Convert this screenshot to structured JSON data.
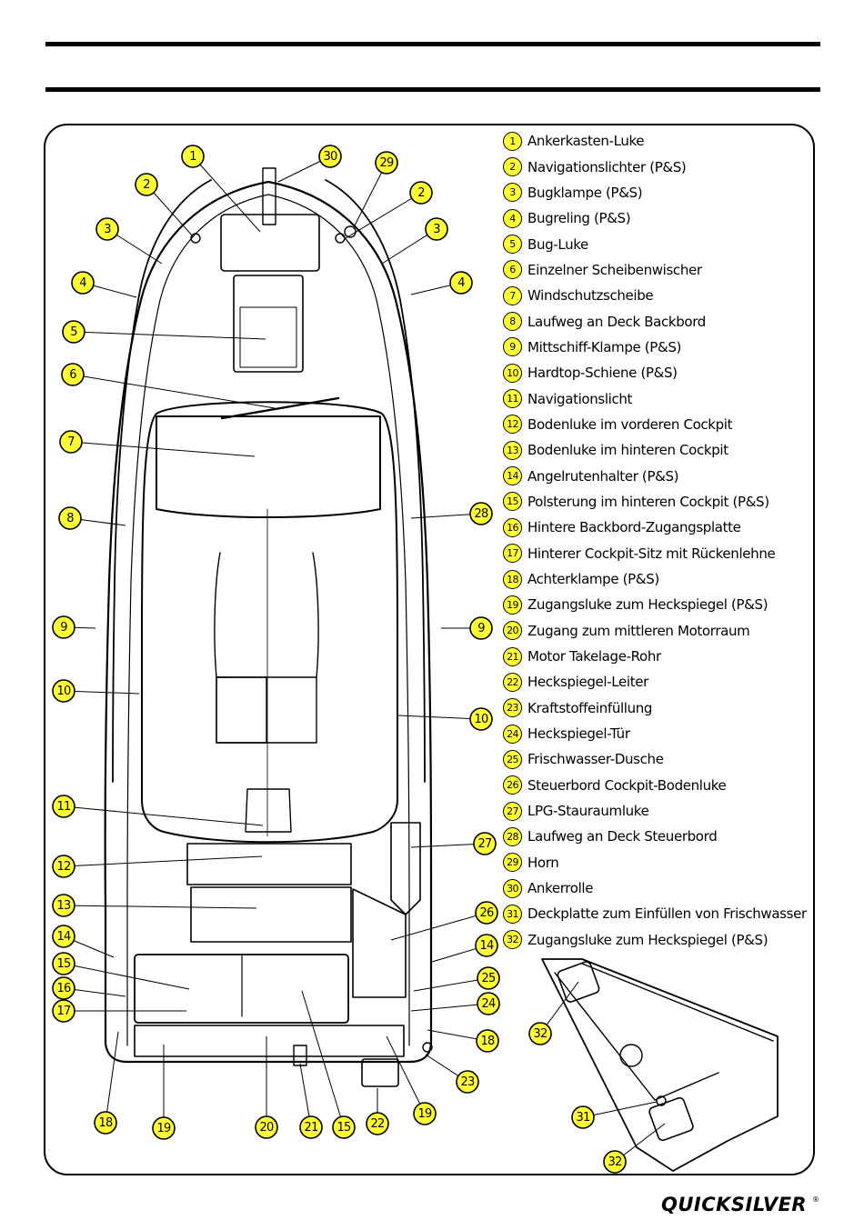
{
  "legend": [
    {
      "num": "1",
      "label": "Ankerkasten-Luke"
    },
    {
      "num": "2",
      "label": "Navigationslichter (P&S)"
    },
    {
      "num": "3",
      "label": "Bugklampe (P&S)"
    },
    {
      "num": "4",
      "label": "Bugreling (P&S)"
    },
    {
      "num": "5",
      "label": "Bug-Luke"
    },
    {
      "num": "6",
      "label": "Einzelner Scheibenwischer"
    },
    {
      "num": "7",
      "label": "Windschutzscheibe"
    },
    {
      "num": "8",
      "label": "Laufweg an Deck Backbord"
    },
    {
      "num": "9",
      "label": "Mittschiff-Klampe (P&S)"
    },
    {
      "num": "10",
      "label": "Hardtop-Schiene (P&S)"
    },
    {
      "num": "11",
      "label": "Navigationslicht"
    },
    {
      "num": "12",
      "label": "Bodenluke im vorderen Cockpit"
    },
    {
      "num": "13",
      "label": "Bodenluke im hinteren Cockpit"
    },
    {
      "num": "14",
      "label": "Angelrutenhalter (P&S)"
    },
    {
      "num": "15",
      "label": "Polsterung im hinteren Cockpit (P&S)"
    },
    {
      "num": "16",
      "label": "Hintere Backbord-Zugangsplatte"
    },
    {
      "num": "17",
      "label": "Hinterer Cockpit-Sitz mit Rückenlehne"
    },
    {
      "num": "18",
      "label": "Achterklampe (P&S)"
    },
    {
      "num": "19",
      "label": "Zugangsluke zum Heckspiegel (P&S)"
    },
    {
      "num": "20",
      "label": "Zugang zum mittleren Motorraum"
    },
    {
      "num": "21",
      "label": "Motor Takelage-Rohr"
    },
    {
      "num": "22",
      "label": "Heckspiegel-Leiter"
    },
    {
      "num": "23",
      "label": "Kraftstoffeinfüllung"
    },
    {
      "num": "24",
      "label": "Heckspiegel-Tür"
    },
    {
      "num": "25",
      "label": "Frischwasser-Dusche"
    },
    {
      "num": "26",
      "label": "Steuerbord Cockpit-Bodenluke"
    },
    {
      "num": "27",
      "label": "LPG-Stauraumluke"
    },
    {
      "num": "28",
      "label": "Laufweg an Deck Steuerbord"
    },
    {
      "num": "29",
      "label": "Horn"
    },
    {
      "num": "30",
      "label": "Ankerrolle"
    },
    {
      "num": "31",
      "label": "Deckplatte zum Einfüllen von Frischwasser"
    },
    {
      "num": "32",
      "label": "Zugangsluke zum Heckspiegel (P&S)"
    }
  ],
  "callouts": [
    {
      "num": "1"
    },
    {
      "num": "30"
    },
    {
      "num": "29"
    },
    {
      "num": "2"
    },
    {
      "num": "2"
    },
    {
      "num": "3"
    },
    {
      "num": "3"
    },
    {
      "num": "4"
    },
    {
      "num": "4"
    },
    {
      "num": "5"
    },
    {
      "num": "6"
    },
    {
      "num": "7"
    },
    {
      "num": "8"
    },
    {
      "num": "28"
    },
    {
      "num": "9"
    },
    {
      "num": "9"
    },
    {
      "num": "10"
    },
    {
      "num": "10"
    },
    {
      "num": "11"
    },
    {
      "num": "27"
    },
    {
      "num": "12"
    },
    {
      "num": "13"
    },
    {
      "num": "26"
    },
    {
      "num": "14"
    },
    {
      "num": "14"
    },
    {
      "num": "15"
    },
    {
      "num": "25"
    },
    {
      "num": "16"
    },
    {
      "num": "24"
    },
    {
      "num": "17"
    },
    {
      "num": "18"
    },
    {
      "num": "23"
    },
    {
      "num": "19"
    },
    {
      "num": "19"
    },
    {
      "num": "18"
    },
    {
      "num": "20"
    },
    {
      "num": "21"
    },
    {
      "num": "15"
    },
    {
      "num": "22"
    },
    {
      "num": "32"
    },
    {
      "num": "31"
    },
    {
      "num": "32"
    }
  ],
  "brand": {
    "logo": "QUICKSILVER",
    "registered": "®"
  },
  "colors": {
    "badge": "#ffff33",
    "line": "#000000"
  }
}
